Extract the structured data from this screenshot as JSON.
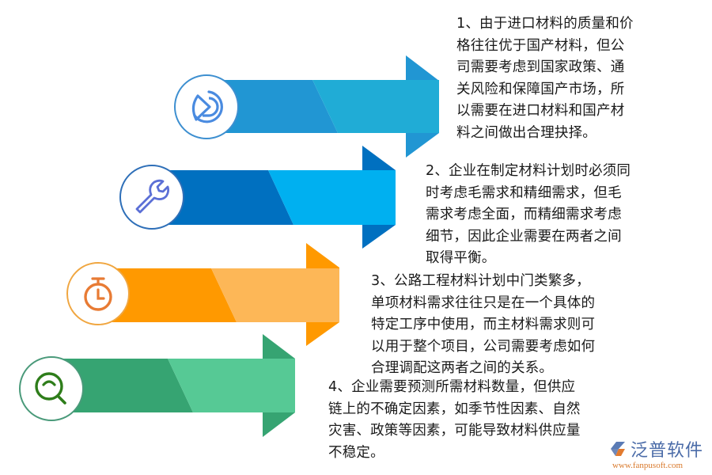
{
  "items": [
    {
      "index": 1,
      "icon": "pie-chart-icon",
      "text": "1、由于进口材料的质量和价\n格往往优于国产材料，但公\n司需要考虑到国家政策、通\n关风险和保障国产市场，所\n以需要在进口材料和国产材\n料之间做出合理抉择。",
      "colors": {
        "dark": "#2196d3",
        "light": "#20acd6",
        "icon": "#4a8be0",
        "ring": "#3d8fd0"
      }
    },
    {
      "index": 2,
      "icon": "wrench-icon",
      "text": "2、企业在制定材料计划时必须同\n时考虑毛需求和精细需求，但毛\n需求考虑全面，而精细需求考虑\n细节，因此企业需要在两者之间\n取得平衡。",
      "colors": {
        "dark": "#0070c0",
        "light": "#00b0f0",
        "icon": "#5b6fd6",
        "ring": "#2e6fb8"
      }
    },
    {
      "index": 3,
      "icon": "stopwatch-icon",
      "text": "3、公路工程材料计划中门类繁多，\n单项材料需求往往只是在一个具体的\n特定工序中使用，而主材料需求则可\n以用于整个项目，公司需要考虑如何\n合理调配这两者之间的关系。",
      "colors": {
        "dark": "#ff9900",
        "light": "#fdb757",
        "icon": "#e87b34",
        "ring": "#f0a640"
      }
    },
    {
      "index": 4,
      "icon": "magnifier-icon",
      "text": "4、企业需要预测所需材料数量，但供应\n链上的不确定因素，如季节性因素、自然\n灾害、政策等因素，可能导致材料供应量\n不稳定。",
      "colors": {
        "dark": "#36a472",
        "light": "#56c995",
        "icon": "#2e7d1a",
        "ring": "#4a9a7a"
      }
    }
  ],
  "watermark": {
    "name": "泛普软件",
    "url": "www.fanpusoft.com"
  }
}
